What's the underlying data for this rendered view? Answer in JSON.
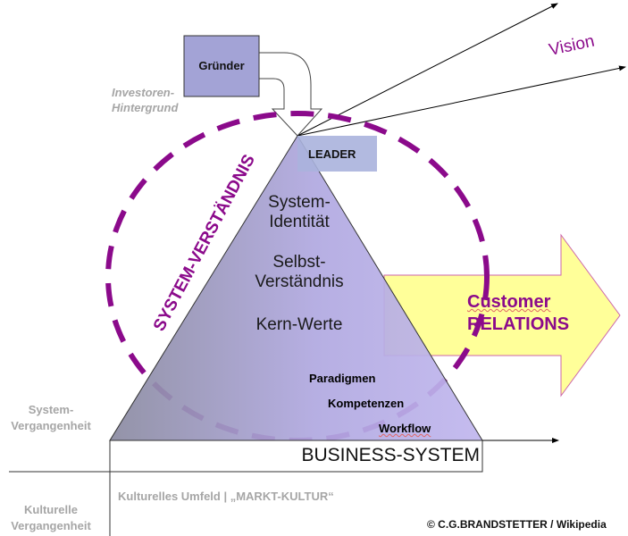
{
  "diagram": {
    "founder_box": {
      "label": "Gründer",
      "fill": "#a3a3d6"
    },
    "investor_background": {
      "line1": "Investoren-",
      "line2": "Hintergrund"
    },
    "leader_box": {
      "label": "LEADER",
      "fill": "#aab3dd"
    },
    "vision_label": "Vision",
    "circle_label": "SYSTEM-VERSTÄNDNIS",
    "pyramid": {
      "levels": [
        {
          "line1": "System-",
          "line2": "Identität"
        },
        {
          "line1": "Selbst-",
          "line2": "Verständnis"
        },
        {
          "line1": "Kern-Werte"
        }
      ],
      "sub_items": [
        "Paradigmen",
        "Kompetenzen",
        "Workflow"
      ]
    },
    "customer_arrow": {
      "line1": "Customer",
      "line2": "RELATIONS",
      "fill": "#ffff99",
      "text_color": "#8b0a8b"
    },
    "business_system": "BUSINESS-SYSTEM",
    "system_past": {
      "line1": "System-",
      "line2": "Vergangenheit"
    },
    "cultural_past": {
      "line1": "Kulturelle",
      "line2": "Vergangenheit"
    },
    "cultural_environment": "Kulturelles Umfeld | „MARKT-KULTUR“",
    "copyright": "© C.G.BRANDSTETTER / Wikipedia",
    "colors": {
      "accent_purple": "#8b0a8b",
      "pyramid_dark": "#8a8aa0",
      "pyramid_light": "#c0b6ee"
    }
  }
}
